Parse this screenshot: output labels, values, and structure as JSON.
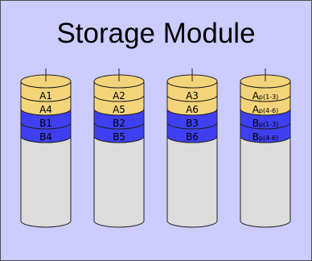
{
  "title": "Storage Module",
  "colors": {
    "background": "#ccccff",
    "border": "#4d4d4d",
    "block_a": "#f4d47a",
    "block_b": "#3f3ff2",
    "empty": "#dcdcdc"
  },
  "disks": [
    {
      "name": "disk-1",
      "blocks": [
        {
          "label": "A1",
          "type": "a"
        },
        {
          "label": "A4",
          "type": "a"
        },
        {
          "label": "B1",
          "type": "b"
        },
        {
          "label": "B4",
          "type": "b"
        }
      ]
    },
    {
      "name": "disk-2",
      "blocks": [
        {
          "label": "A2",
          "type": "a"
        },
        {
          "label": "A5",
          "type": "a"
        },
        {
          "label": "B2",
          "type": "b"
        },
        {
          "label": "B5",
          "type": "b"
        }
      ]
    },
    {
      "name": "disk-3",
      "blocks": [
        {
          "label": "A3",
          "type": "a"
        },
        {
          "label": "A6",
          "type": "a"
        },
        {
          "label": "B3",
          "type": "b"
        },
        {
          "label": "B6",
          "type": "b"
        }
      ]
    },
    {
      "name": "disk-4",
      "blocks": [
        {
          "label": "A",
          "sub": "p(1-3)",
          "type": "a"
        },
        {
          "label": "A",
          "sub": "p(4-6)",
          "type": "a"
        },
        {
          "label": "B",
          "sub": "p(1-3)",
          "type": "b"
        },
        {
          "label": "B",
          "sub": "p(4-6)",
          "type": "b"
        }
      ]
    }
  ]
}
